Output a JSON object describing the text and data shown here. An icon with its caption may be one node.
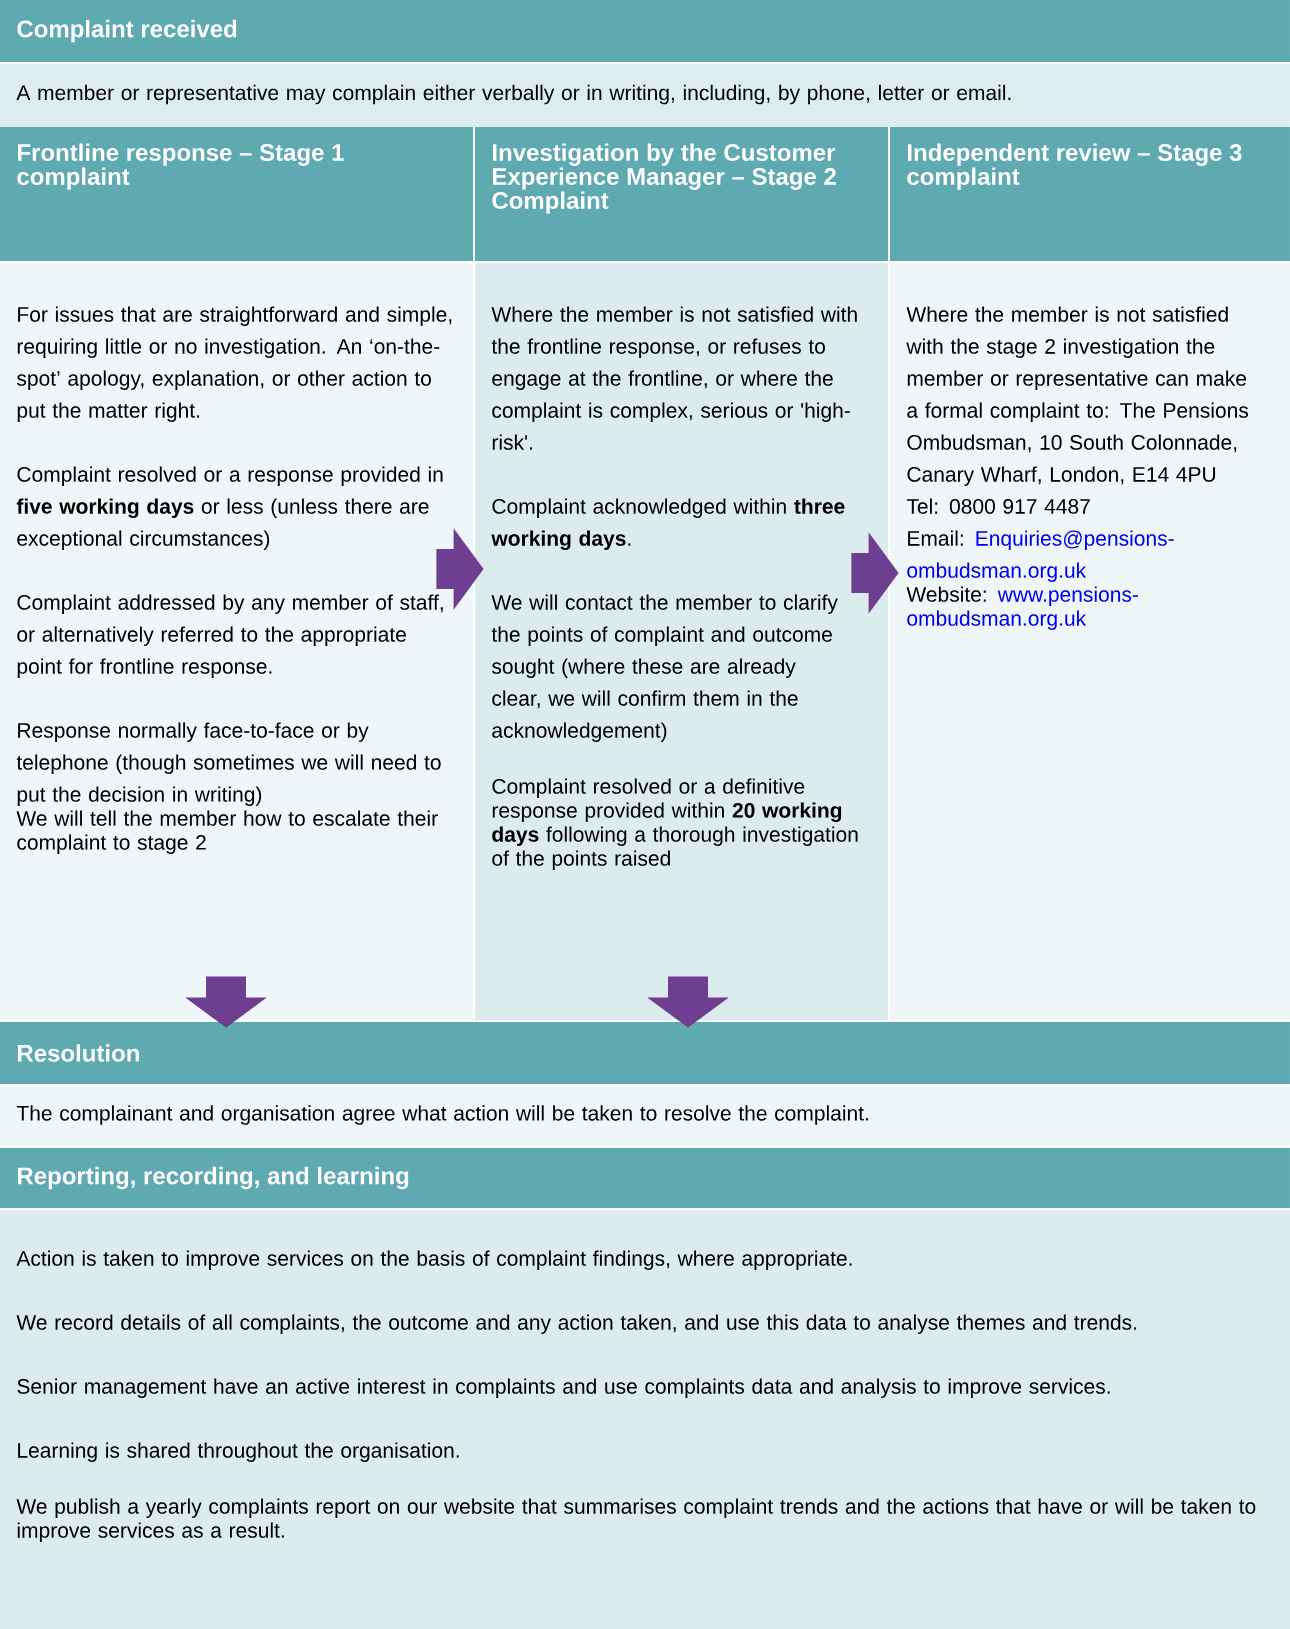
{
  "diagram": {
    "nodes": [
      {
        "text": [
          "Complaint received",
          "A member or representative may complain either verbally or in writing, including, by phone, letter or email."
        ]
      },
      {
        "text": [
          "Frontline response – Stage 1 complaint",
          "For issues that are straightforward and simple, requiring little or no investigation.  An ‘on-the-spot’ apology, explanation, or other action to put the matter right.",
          "Complaint resolved or a response provided in **five working days** or less (unless there are exceptional circumstances)",
          "Complaint addressed by any member of staff, or alternatively referred to the appropriate point for frontline response.",
          "Response normally face-to-face or by telephone (though sometimes we will need to put the decision in writing)",
          "We will tell the member how to escalate their complaint to stage 2"
        ]
      },
      {
        "text": [
          "Investigation by the Customer Experience Manager – Stage 2 Complaint",
          "Where the member is not satisfied with the frontline response, or refuses to engage at the frontline, or where the complaint is complex, serious or 'high-risk'.",
          "Complaint acknowledged within **three working days**.",
          "We will contact the member to clarify the points of complaint and outcome sought (where these are already clear, we will confirm them in the acknowledgement)",
          "Complaint resolved or a definitive response provided within **20 working days** following a thorough investigation of the points raised"
        ]
      },
      {
        "text": [
          "Independent review – Stage 3 complaint",
          "Where the member is not satisfied with the stage 2 investigation the member or representative can make a formal complaint to: The Pensions Ombudsman, 10 South Colonnade, Canary Wharf, London, E14 4PU",
          "Tel:  0800 917 4487",
          "Email:",
          "Enquiries@pensions-ombudsman.org.uk",
          "Website:",
          "www.pensions-ombudsman.org.uk"
        ]
      },
      {
        "text": [
          "Resolution",
          "The complainant and organisation agree what action will be taken to resolve the complaint."
        ]
      },
      {
        "text": [
          "Reporting, recording, and learning",
          "Action is taken to improve services on the basis of complaint findings, where appropriate.",
          "We record details of all complaints, the outcome and any action taken, and use this data to analyse themes and trends.",
          "Senior management have an active interest in complaints and use complaints data and analysis to improve services.",
          "Learning is shared throughout the organisation.",
          "We publish a yearly complaints report on our website that summarises complaint trends and the actions that have or will be taken to improve services as a result."
        ]
      }
    ],
    "edges": [
      {
        "from": 1,
        "to": 2,
        "arrow": "to"
      },
      {
        "from": 2,
        "to": 3,
        "arrow": "to"
      },
      {
        "from": 1,
        "to": 4,
        "arrow": "to"
      },
      {
        "from": 2,
        "to": 4,
        "arrow": "to"
      }
    ]
  }
}
